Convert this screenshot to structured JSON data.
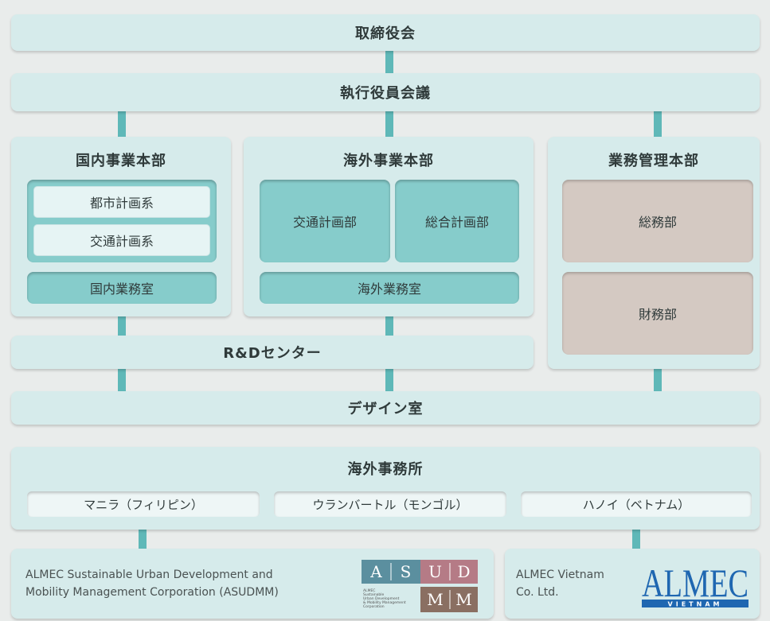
{
  "board": "取締役会",
  "exec_committee": "執行役員会議",
  "domestic": {
    "title": "国内事業本部",
    "groups": [
      "都市計画系",
      "交通計画系"
    ],
    "office": "国内業務室"
  },
  "overseas": {
    "title": "海外事業本部",
    "depts": [
      "交通計画部",
      "総合計画部"
    ],
    "office": "海外業務室"
  },
  "admin": {
    "title": "業務管理本部",
    "depts": [
      "総務部",
      "財務部"
    ]
  },
  "rd_center": "R&Dセンター",
  "design_office": "デザイン室",
  "overseas_offices": {
    "title": "海外事務所",
    "items": [
      "マニラ（フィリピン）",
      "ウランバートル（モンゴル）",
      "ハノイ（ベトナム）"
    ]
  },
  "asudmm": {
    "text_line1": "ALMEC Sustainable Urban Development and",
    "text_line2": "Mobility Management Corporation (ASUDMM)",
    "logo_letters": [
      "A",
      "S",
      "U",
      "D",
      "M",
      "M"
    ],
    "logo_caption": [
      "ALMEC",
      "Sustainable",
      "Urban Development",
      "& Mobility Management",
      "Corporation"
    ]
  },
  "almec_vietnam": {
    "text_line1": "ALMEC Vietnam",
    "text_line2": "Co. Ltd.",
    "logo_word": "ALMEC",
    "logo_sub": "VIETNAM"
  },
  "colors": {
    "connector": "#5fb8b8",
    "panel": "#d6ebeb",
    "dept_teal": "#86cccb",
    "dept_tan": "#d4c9c2",
    "logo_teal": "#5b8f9f",
    "logo_rose": "#b57b86",
    "logo_brown": "#8a6f62",
    "almec_blue": "#1f67b1"
  }
}
